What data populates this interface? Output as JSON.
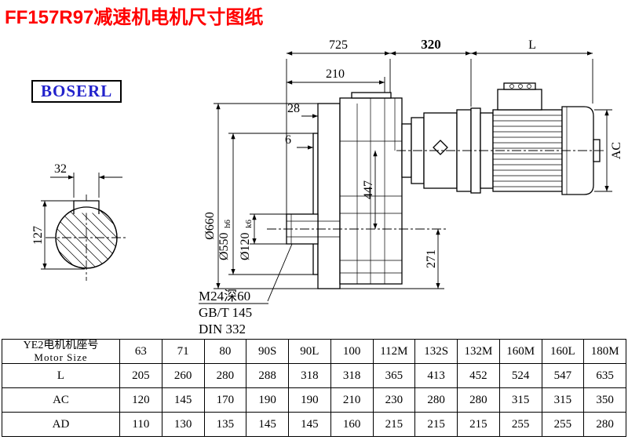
{
  "page": {
    "title": "FF157R97减速机电机尺寸图纸",
    "logo": "BOSERL"
  },
  "colors": {
    "title_red": "#ff0000",
    "logo_blue": "#2222cc",
    "line_black": "#000000"
  },
  "drawing": {
    "dim_725": "725",
    "dim_320": "320",
    "dim_L": "L",
    "dim_210": "210",
    "dim_28": "28",
    "dim_6": "6",
    "dim_32": "32",
    "dim_127": "127",
    "dia_660": "Ø660",
    "dia_550": "Ø550",
    "dia_550_tol": "h6",
    "dia_120": "Ø120",
    "dia_120_tol": "k6",
    "dim_447": "447",
    "dim_271": "271",
    "dim_AC": "AC",
    "note_thread": "M24深60",
    "note_gbt": "GB/T 145",
    "note_din": "DIN 332"
  },
  "table": {
    "header": {
      "line1": "YE2电机机座号",
      "line2": "Motor Size"
    },
    "sizes": [
      "63",
      "71",
      "80",
      "90S",
      "90L",
      "100",
      "112M",
      "132S",
      "132M",
      "160M",
      "160L",
      "180M"
    ],
    "rows": [
      {
        "label": "L",
        "values": [
          "205",
          "260",
          "280",
          "288",
          "318",
          "318",
          "365",
          "413",
          "452",
          "524",
          "547",
          "635"
        ]
      },
      {
        "label": "AC",
        "values": [
          "120",
          "145",
          "170",
          "190",
          "190",
          "210",
          "230",
          "280",
          "280",
          "315",
          "315",
          "350"
        ]
      },
      {
        "label": "AD",
        "values": [
          "110",
          "130",
          "135",
          "145",
          "145",
          "160",
          "215",
          "215",
          "215",
          "255",
          "255",
          "280"
        ]
      }
    ]
  }
}
